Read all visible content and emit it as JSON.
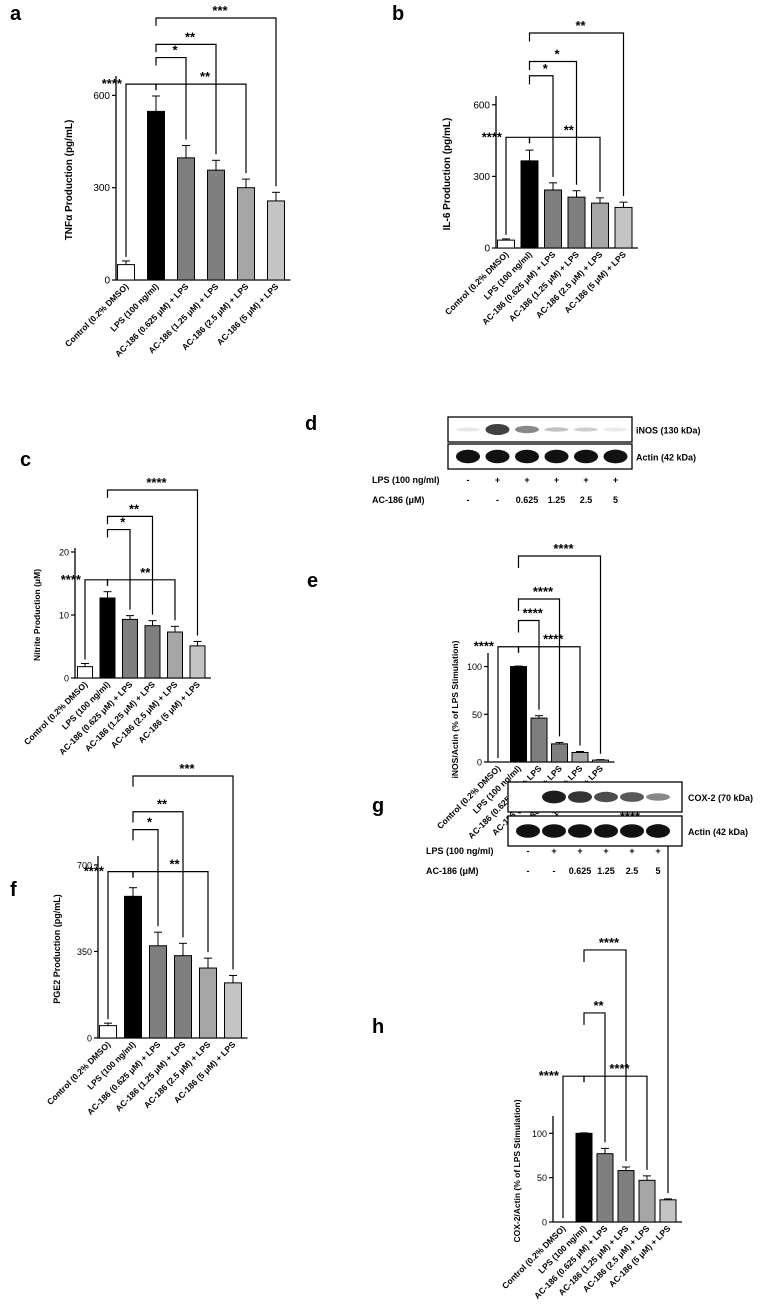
{
  "figure": {
    "panels": [
      {
        "letter": "a"
      },
      {
        "letter": "b"
      },
      {
        "letter": "c"
      },
      {
        "letter": "d"
      },
      {
        "letter": "e"
      },
      {
        "letter": "f"
      },
      {
        "letter": "g"
      },
      {
        "letter": "h"
      }
    ]
  },
  "categories": [
    "Control (0.2% DMSO)",
    "LPS (100 ng/ml)",
    "AC-186 (0.625 μM) + LPS",
    "AC-186 (1.25 μM) + LPS",
    "AC-186 (2.5 μM) + LPS",
    "AC-186 (5 μM) + LPS"
  ],
  "colors": {
    "bars": [
      "#ffffff",
      "#000000",
      "#7f7f7f",
      "#7f7f7f",
      "#a6a6a6",
      "#c4c4c4"
    ],
    "axis": "#000000"
  },
  "chart_data": [
    {
      "panel": "a",
      "type": "bar",
      "title": "",
      "ylabel": "TNFα Production (pg/mL)",
      "ylim": [
        0,
        650
      ],
      "yticks": [
        0,
        300,
        600
      ],
      "categories": [
        "Control (0.2% DMSO)",
        "LPS (100 ng/ml)",
        "AC-186 (0.625 μM) + LPS",
        "AC-186 (1.25 μM) + LPS",
        "AC-186 (2.5 μM) + LPS",
        "AC-186 (5 μM) + LPS"
      ],
      "values": [
        50,
        548,
        397,
        357,
        300,
        257
      ],
      "errors": [
        12,
        50,
        40,
        32,
        28,
        28
      ],
      "significance": [
        {
          "from": 0,
          "to": 1,
          "label": "****"
        },
        {
          "from": 1,
          "to": 2,
          "label": "*"
        },
        {
          "from": 1,
          "to": 3,
          "label": "**"
        },
        {
          "from": 1,
          "to": 4,
          "label": "**"
        },
        {
          "from": 1,
          "to": 5,
          "label": "***"
        }
      ]
    },
    {
      "panel": "b",
      "type": "bar",
      "title": "",
      "ylabel": "IL-6 Production (pg/mL)",
      "ylim": [
        0,
        620
      ],
      "yticks": [
        0,
        300,
        600
      ],
      "categories": [
        "Control (0.2% DMSO)",
        "LPS (100 ng/ml)",
        "AC-186 (0.625 μM) + LPS",
        "AC-186 (1.25 μM) + LPS",
        "AC-186 (2.5 μM) + LPS",
        "AC-186 (5 μM) + LPS"
      ],
      "values": [
        33,
        365,
        243,
        213,
        188,
        170
      ],
      "errors": [
        5,
        45,
        30,
        27,
        22,
        22
      ],
      "significance": [
        {
          "from": 0,
          "to": 1,
          "label": "****"
        },
        {
          "from": 1,
          "to": 2,
          "label": "*"
        },
        {
          "from": 1,
          "to": 3,
          "label": "*"
        },
        {
          "from": 1,
          "to": 4,
          "label": "**"
        },
        {
          "from": 1,
          "to": 5,
          "label": "**"
        }
      ]
    },
    {
      "panel": "c",
      "type": "bar",
      "title": "",
      "ylabel": "Nitrite Production (μM)",
      "ylim": [
        0,
        20
      ],
      "yticks": [
        0,
        10,
        20
      ],
      "categories": [
        "Control (0.2% DMSO)",
        "LPS (100 ng/ml)",
        "AC-186 (0.625 μM) + LPS",
        "AC-186 (1.25 μM) + LPS",
        "AC-186 (2.5 μM) + LPS",
        "AC-186 (5 μM) + LPS"
      ],
      "values": [
        1.8,
        12.7,
        9.3,
        8.3,
        7.3,
        5.1
      ],
      "errors": [
        0.5,
        1.0,
        0.6,
        0.8,
        0.9,
        0.7
      ],
      "significance": [
        {
          "from": 0,
          "to": 1,
          "label": "****"
        },
        {
          "from": 1,
          "to": 2,
          "label": "*"
        },
        {
          "from": 1,
          "to": 3,
          "label": "**"
        },
        {
          "from": 1,
          "to": 4,
          "label": "**"
        },
        {
          "from": 1,
          "to": 5,
          "label": "****"
        }
      ]
    },
    {
      "panel": "e",
      "type": "bar",
      "title": "",
      "ylabel": "iNOS/Actin (% of LPS Stimulation)",
      "ylim": [
        0,
        110
      ],
      "yticks": [
        0,
        50,
        100
      ],
      "categories": [
        "Control (0.2% DMSO)",
        "LPS (100 ng/ml)",
        "AC-186 (0.625 μM) + LPS",
        "AC-186 (1.25 μM) + LPS",
        "AC-186 (2.5 μM) + LPS",
        "AC-186 (5 μM) + LPS"
      ],
      "values": [
        0,
        100,
        46,
        19,
        10,
        2
      ],
      "errors": [
        0,
        0.5,
        2.5,
        1.5,
        1,
        0.5
      ],
      "significance": [
        {
          "from": 0,
          "to": 1,
          "label": "****"
        },
        {
          "from": 1,
          "to": 2,
          "label": "****"
        },
        {
          "from": 1,
          "to": 3,
          "label": "****"
        },
        {
          "from": 1,
          "to": 4,
          "label": "****"
        },
        {
          "from": 1,
          "to": 5,
          "label": "****"
        }
      ]
    },
    {
      "panel": "f",
      "type": "bar",
      "title": "",
      "ylabel": "PGE2 Production (pg/mL)",
      "ylim": [
        0,
        720
      ],
      "yticks": [
        0,
        350,
        700
      ],
      "categories": [
        "Control (0.2% DMSO)",
        "LPS (100 ng/ml)",
        "AC-186 (0.625 μM) + LPS",
        "AC-186 (1.25 μM) + LPS",
        "AC-186 (2.5 μM) + LPS",
        "AC-186 (5 μM) + LPS"
      ],
      "values": [
        50,
        573,
        373,
        333,
        283,
        223
      ],
      "errors": [
        10,
        35,
        55,
        50,
        40,
        30
      ],
      "significance": [
        {
          "from": 0,
          "to": 1,
          "label": "****"
        },
        {
          "from": 1,
          "to": 2,
          "label": "*"
        },
        {
          "from": 1,
          "to": 3,
          "label": "**"
        },
        {
          "from": 1,
          "to": 4,
          "label": "**"
        },
        {
          "from": 1,
          "to": 5,
          "label": "***"
        }
      ]
    },
    {
      "panel": "h",
      "type": "bar",
      "title": "",
      "ylabel": "COX-2/Actin (% of LPS Stimulation)",
      "ylim": [
        0,
        115
      ],
      "yticks": [
        0,
        50,
        100
      ],
      "categories": [
        "Control (0.2% DMSO)",
        "LPS (100 ng/ml)",
        "AC-186 (0.625 μM) + LPS",
        "AC-186 (1.25 μM) + LPS",
        "AC-186 (2.5 μM) + LPS",
        "AC-186 (5 μM) + LPS"
      ],
      "values": [
        0,
        100,
        77,
        58,
        47,
        25
      ],
      "errors": [
        0,
        0.5,
        6,
        4,
        5,
        1
      ],
      "significance": [
        {
          "from": 0,
          "to": 1,
          "label": "****"
        },
        {
          "from": 1,
          "to": 2,
          "label": "**"
        },
        {
          "from": 1,
          "to": 3,
          "label": "****"
        },
        {
          "from": 1,
          "to": 4,
          "label": "****"
        },
        {
          "from": 1,
          "to": 5,
          "label": "****"
        }
      ]
    }
  ],
  "blots": [
    {
      "panel": "d",
      "rows": [
        {
          "label": "iNOS (130 kDa)",
          "intensities": [
            0.05,
            0.75,
            0.45,
            0.2,
            0.15,
            0.04
          ]
        },
        {
          "label": "Actin (42 kDa)",
          "intensities": [
            0.95,
            0.95,
            0.95,
            0.95,
            0.95,
            0.97
          ]
        }
      ],
      "conditions": [
        {
          "label": "LPS (100 ng/ml)",
          "values": [
            "-",
            "+",
            "+",
            "+",
            "+",
            "+"
          ]
        },
        {
          "label": "AC-186 (μM)",
          "values": [
            "-",
            "-",
            "0.625",
            "1.25",
            "2.5",
            "5"
          ]
        }
      ]
    },
    {
      "panel": "g",
      "rows": [
        {
          "label": "COX-2 (70 kDa)",
          "intensities": [
            0.0,
            0.9,
            0.8,
            0.7,
            0.65,
            0.45
          ]
        },
        {
          "label": "Actin (42 kDa)",
          "intensities": [
            0.95,
            0.95,
            0.95,
            0.95,
            0.95,
            0.97
          ]
        }
      ],
      "conditions": [
        {
          "label": "LPS (100 ng/ml)",
          "values": [
            "-",
            "+",
            "+",
            "+",
            "+",
            "+"
          ]
        },
        {
          "label": "AC-186 (μM)",
          "values": [
            "-",
            "-",
            "0.625",
            "1.25",
            "2.5",
            "5"
          ]
        }
      ]
    }
  ]
}
